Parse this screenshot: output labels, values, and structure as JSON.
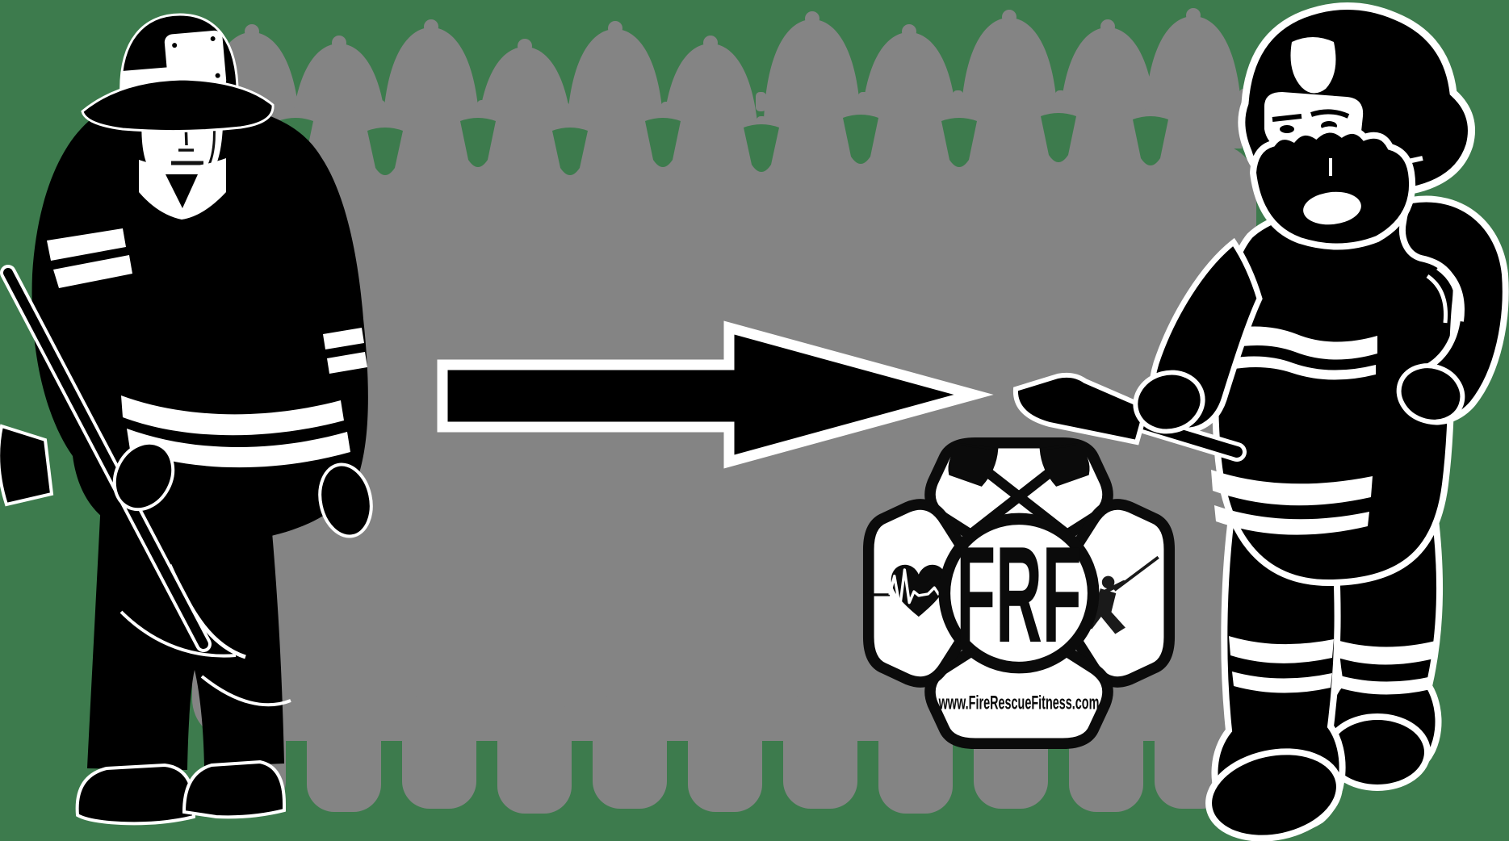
{
  "title": "Firefighter fitness transformation illustration",
  "colors": {
    "background": "#3D7B4D",
    "crowd_gray": "#848484",
    "ink_black": "#000000",
    "outline_white": "#FFFFFF"
  },
  "figures": {
    "left": "overweight-firefighter",
    "right": "fit-firefighter",
    "background": "crowd-of-firefighter-silhouettes"
  },
  "arrow": {
    "direction": "right"
  },
  "badge": {
    "abbrev": "FRF",
    "website": "www.FireRescueFitness.com",
    "top_icon": "crossed-axes",
    "left_icon": "heart-ekg",
    "right_icon": "firefighter-spraying"
  }
}
